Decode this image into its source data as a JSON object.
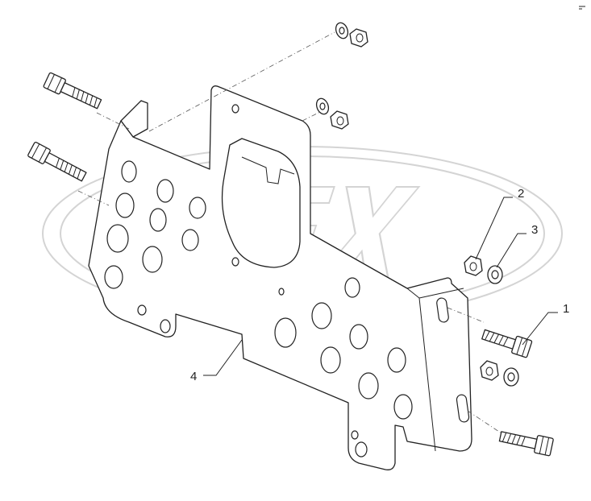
{
  "diagram": {
    "callouts": [
      {
        "id": "c1",
        "label": "1"
      },
      {
        "id": "c2",
        "label": "2"
      },
      {
        "id": "c3",
        "label": "3"
      },
      {
        "id": "c4",
        "label": "4"
      }
    ],
    "watermark": "OPEX",
    "colors": {
      "line": "#222222",
      "watermark": "#d4d4d4",
      "background": "#ffffff"
    }
  }
}
